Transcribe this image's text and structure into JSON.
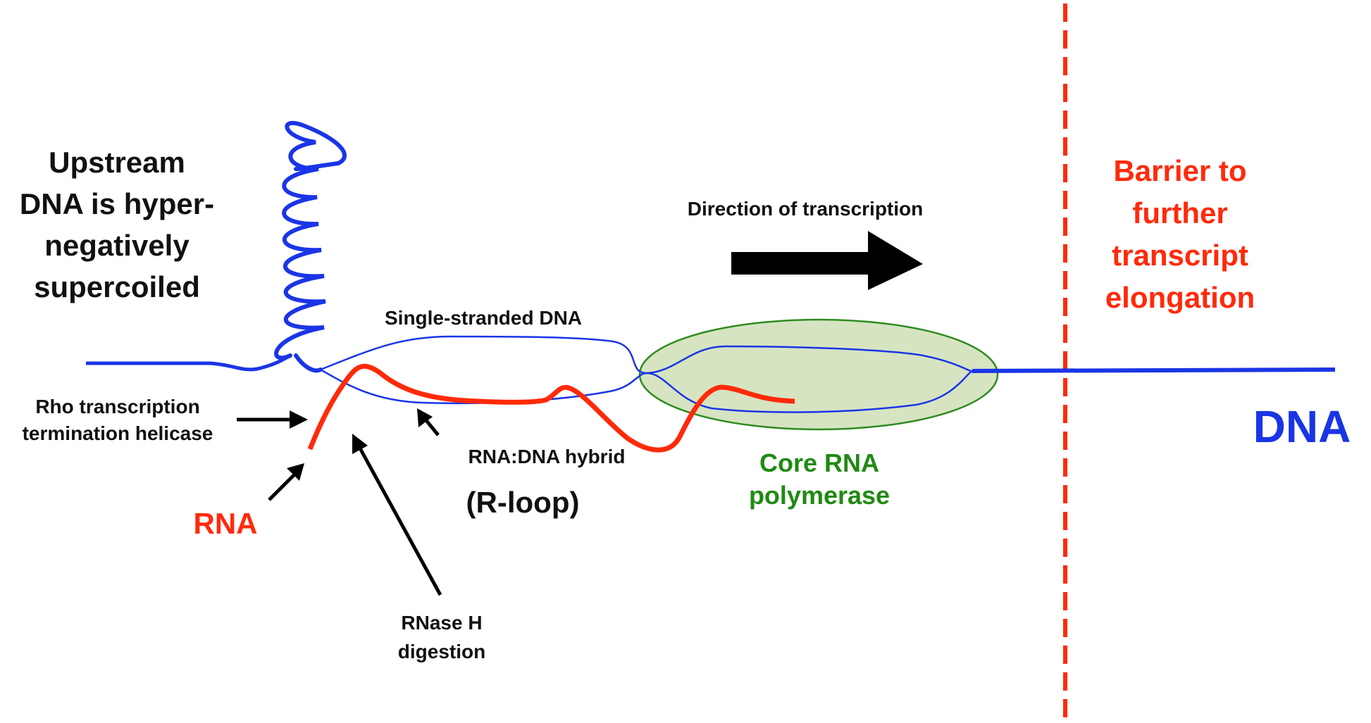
{
  "labels": {
    "upstream_lines": [
      "Upstream",
      "DNA is hyper-",
      "negatively",
      "supercoiled"
    ],
    "direction_of_transcription": "Direction of transcription",
    "barrier_lines": [
      "Barrier to",
      "further",
      "transcript",
      "elongation"
    ],
    "single_stranded_dna": "Single-stranded DNA",
    "rho_lines": [
      "Rho transcription",
      "termination helicase"
    ],
    "rna_dna_hybrid": "RNA:DNA hybrid",
    "r_loop": "(R-loop)",
    "core_rna_polymerase_lines": [
      "Core RNA",
      "polymerase"
    ],
    "dna": "DNA",
    "rna": "RNA",
    "rnase_h_lines": [
      "RNase H",
      "digestion"
    ]
  },
  "colors": {
    "dna": "#1a35e6",
    "rna": "#ff2a0a",
    "barrier": "#ff2a0a",
    "polymerase_fill": "#d6e4c2",
    "polymerase_stroke": "#2e8b1f",
    "polymerase_text": "#1f8a12",
    "text": "#111111",
    "arrow": "#000000"
  }
}
